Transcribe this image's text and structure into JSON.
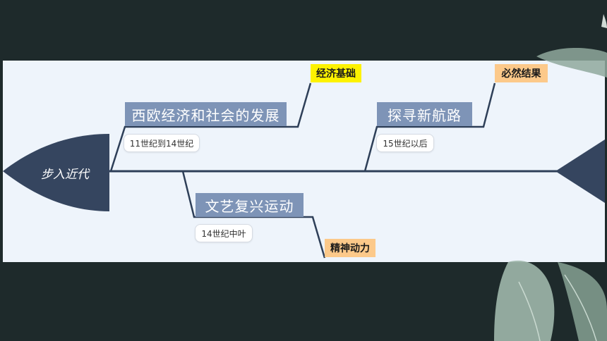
{
  "head": {
    "label": "步入近代"
  },
  "branches": [
    {
      "title": "西欧经济和社会的发展",
      "period": "11世纪到14世纪",
      "tag": "经济基础",
      "tag_color": "#fdf200"
    },
    {
      "title": "探寻新航路",
      "period": "15世纪以后",
      "tag": "必然结果",
      "tag_color": "#fcc98a"
    },
    {
      "title": "文艺复兴运动",
      "period": "14世纪中叶",
      "tag": "精神动力",
      "tag_color": "#fcc98a"
    }
  ],
  "colors": {
    "spine": "#2e3f58",
    "head": "#35455f",
    "topic": "#7e94b7",
    "panel": "#eef4fb",
    "background": "#1e2a2b"
  }
}
